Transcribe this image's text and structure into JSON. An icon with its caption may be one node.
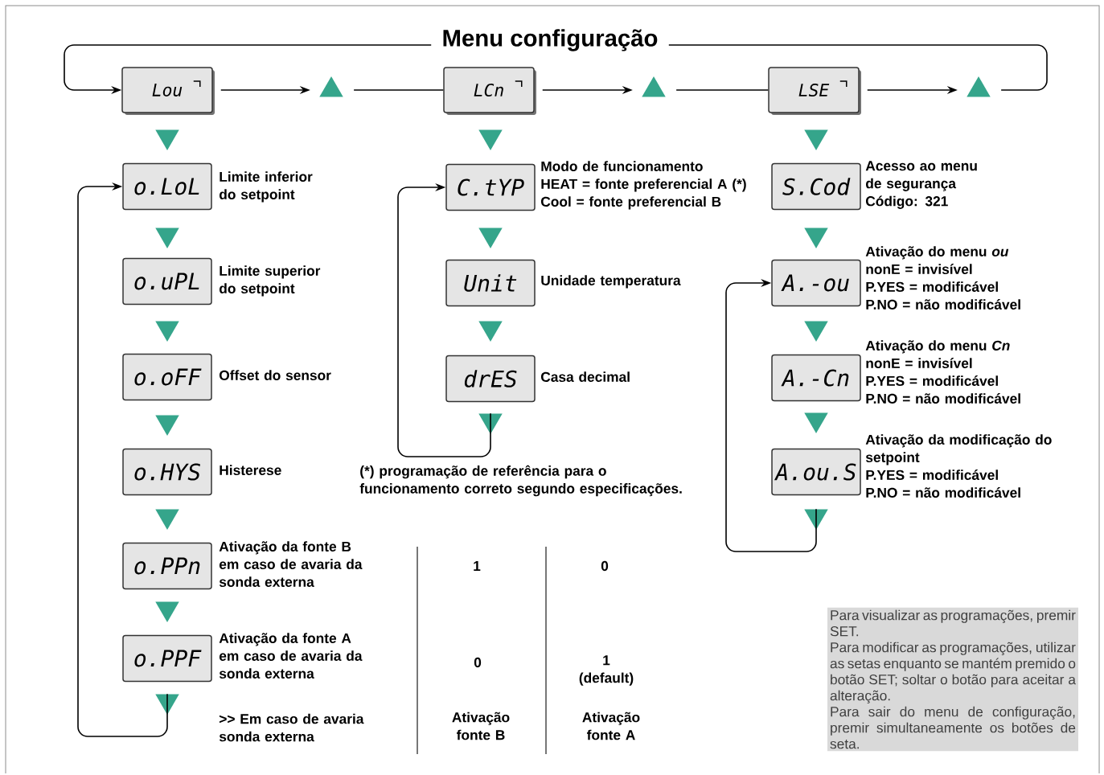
{
  "diagram": {
    "title": "Menu configuração",
    "nodes": [
      {
        "text": [
          "Lou"
        ]
      },
      {
        "text": [],
        "shape": "triangle"
      },
      {
        "text": [
          "LCn"
        ]
      },
      {
        "text": [],
        "shape": "triangle"
      },
      {
        "text": [
          "LSE"
        ]
      },
      {
        "text": [],
        "shape": "triangle"
      },
      {
        "text": [
          "o.LoL"
        ],
        "beside": [
          "Limite inferior do setpoint"
        ]
      },
      {
        "text": [
          "o.uPL"
        ],
        "beside": [
          "Limite superior do setpoint"
        ]
      },
      {
        "text": [
          "o.oFF"
        ],
        "beside": [
          "Offset do sensor"
        ]
      },
      {
        "text": [
          "o.HYS"
        ],
        "beside": [
          "Histerese"
        ]
      },
      {
        "text": [
          "o.PPn"
        ],
        "beside": [
          "Ativação da fonte B em caso de avaria da sonda externa"
        ]
      },
      {
        "text": [
          "o.PPF"
        ],
        "beside": [
          "Ativação da fonte A em caso de avaria da sonda externa"
        ]
      },
      {
        "text": [
          "C.tYP"
        ],
        "beside": [
          "Modo de funcionamento",
          "HEAT = fonte preferencial A (*)",
          "Cool = fonte preferencial B"
        ]
      },
      {
        "text": [
          "Unit"
        ],
        "beside": [
          "Unidade temperatura"
        ]
      },
      {
        "text": [
          "drES"
        ],
        "beside": [
          "Casa decimal"
        ]
      },
      {
        "text": [
          "S.Cod"
        ],
        "beside": [
          "Acesso ao menu de segurança",
          "Código: 321"
        ]
      },
      {
        "text": [
          "A.-ou"
        ],
        "beside": [
          "Ativação do menu *ou*",
          "nonE = invisível",
          "P.YES = modificável",
          "P.NO = não modificável"
        ]
      },
      {
        "text": [
          "A.-Cn"
        ],
        "beside": [
          "Ativação do menu *Cn*",
          "nonE = invisível",
          "P.YES = modificável",
          "P.NO = não modificável"
        ]
      },
      {
        "text": [
          "A.ou.S"
        ],
        "beside": [
          "Ativação da modificação do setpoint",
          "P.YES = modificável",
          "P.NO = não modificável"
        ]
      },
      {
        "text": [
          "Para visualizar as programações, premir SET.",
          "Para modificar as programações, utilizar as setas enquanto se mantém premido o botão SET; soltar o botão para aceitar a alteração.",
          "Para sair do menu de configuração, premir simultaneamente os botões de seta."
        ]
      },
      {
        "text": [],
        "shape": "triangle"
      },
      {
        "text": [],
        "shape": "triangle"
      },
      {
        "text": [],
        "shape": "triangle"
      },
      {
        "text": [],
        "shape": "triangle"
      },
      {
        "text": [],
        "shape": "triangle"
      },
      {
        "text": [],
        "shape": "triangle"
      },
      {
        "text": [],
        "shape": "triangle"
      },
      {
        "text": [],
        "shape": "triangle"
      },
      {
        "text": [],
        "shape": "triangle"
      },
      {
        "text": [],
        "shape": "triangle"
      },
      {
        "text": [],
        "shape": "triangle"
      },
      {
        "text": [],
        "shape": "triangle"
      },
      {
        "text": [],
        "shape": "triangle"
      },
      {
        "text": [],
        "shape": "triangle"
      },
      {
        "text": [],
        "shape": "triangle"
      },
      {
        "text": [],
        "shape": "triangle"
      }
    ],
    "edges": [
      {
        "from": 0,
        "to": 1,
        "arrow": "to"
      },
      {
        "from": 1,
        "to": 2,
        "arrow": "none"
      },
      {
        "from": 2,
        "to": 3,
        "arrow": "to"
      },
      {
        "from": 3,
        "to": 4,
        "arrow": "none"
      },
      {
        "from": 4,
        "to": 5,
        "arrow": "to"
      },
      {
        "from": 5,
        "to": 0,
        "arrow": "to"
      },
      {
        "from": 26,
        "to": 6,
        "arrow": "to"
      },
      {
        "from": 30,
        "to": 12,
        "arrow": "to"
      },
      {
        "from": 35,
        "to": 16,
        "arrow": "to"
      }
    ],
    "labels": [
      "(*) programação de referência para o funcionamento correto segundo especificações.",
      "1",
      "0",
      "0",
      "1 (default)",
      ">> Em caso de avaria sonda externa",
      "Ativação fonte B",
      "Ativação fonte A"
    ]
  }
}
